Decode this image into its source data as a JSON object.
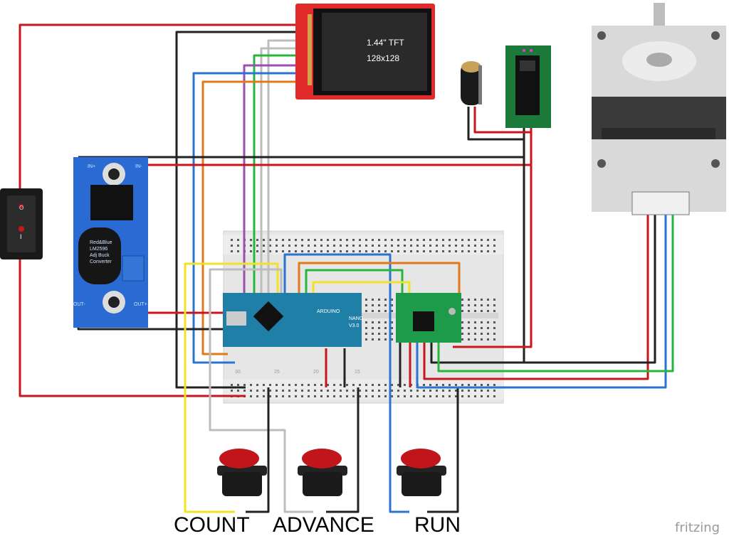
{
  "tft": {
    "line1": "1.44\" TFT",
    "line2": "128x128"
  },
  "buck": {
    "in_plus": "IN+",
    "in_minus": "IN-",
    "out_plus": "OUT+",
    "out_minus": "OUT-",
    "name_line1": "Red&Blue",
    "name_line2": "LM2596",
    "name_line3": "Adj Buck",
    "name_line4": "Converter"
  },
  "arduino": {
    "name_line1": "ARDUINO",
    "name_line2": "NANO",
    "name_line3": "V3.0"
  },
  "switch": {
    "on_mark": "O",
    "off_mark": "I"
  },
  "buttons": {
    "count": "COUNT",
    "advance": "ADVANCE",
    "run": "RUN"
  },
  "breadboard": {
    "col30": "30",
    "col25": "25",
    "col20": "20",
    "col15": "15"
  },
  "brand": "fritzing",
  "wire_colors": {
    "red": "#c8161d",
    "black": "#222222",
    "blue": "#2a74d0",
    "green": "#28b53c",
    "yellow": "#f2e226",
    "orange": "#e07a1a",
    "purple": "#9b4fb4",
    "gray": "#bdbdbd"
  }
}
